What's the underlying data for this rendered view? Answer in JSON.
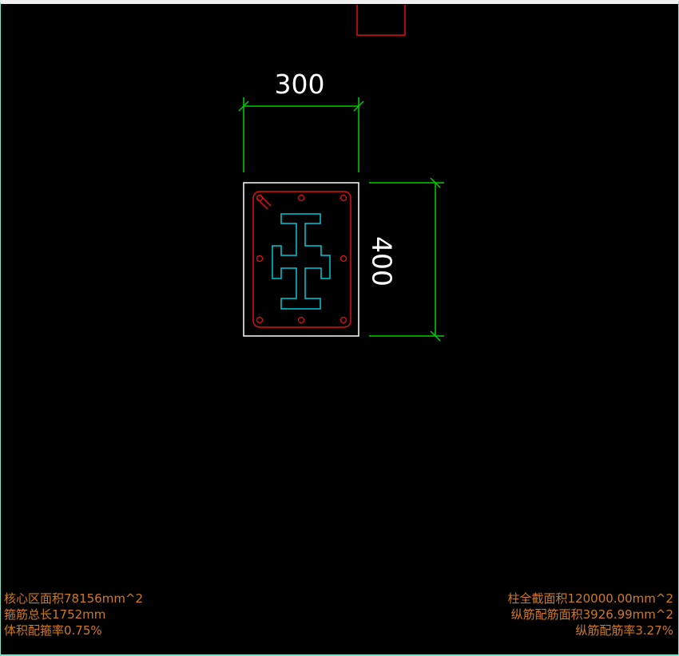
{
  "colors": {
    "background": "#000000",
    "dimension": "#00cc00",
    "outline": "#ffffff",
    "stirrup": "#e01010",
    "steel": "#00c8d8",
    "info_text": "#d07a20"
  },
  "dimensions": {
    "width_label": "300",
    "height_label": "400"
  },
  "info_left": [
    "核心区面积78156mm^2",
    "箍筋总长1752mm",
    "体积配箍率0.75%"
  ],
  "info_right": [
    "柱全截面积120000.00mm^2",
    "纵筋配筋面积3926.99mm^2",
    "纵筋配筋率3.27%"
  ]
}
